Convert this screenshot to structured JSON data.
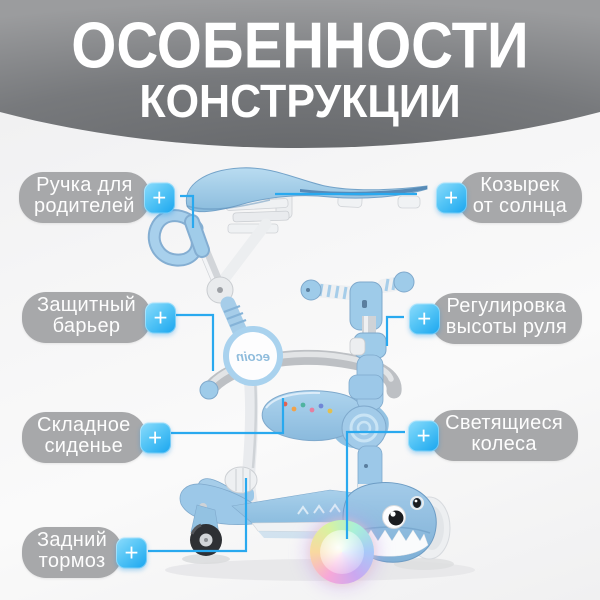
{
  "header": {
    "title_line1": "ОСОБЕННОСТИ",
    "title_line2": "КОНСТРУКЦИИ"
  },
  "ui": {
    "plus_label": "+"
  },
  "callouts": {
    "parent_handle": {
      "label": "Ручка для\nродителей"
    },
    "sun_visor": {
      "label": "Козырек\nот солнца"
    },
    "safety_barrier": {
      "label": "Защитный\nбарьер"
    },
    "handlebar_height": {
      "label": "Регулировка\nвысоты руля"
    },
    "folding_seat": {
      "label": "Складное\nсиденье"
    },
    "light_up_wheels": {
      "label": "Светящиеся\nколеса"
    },
    "rear_brake": {
      "label": "Задний\nтормоз"
    }
  },
  "scooter": {
    "logo_text": "ecoin"
  },
  "colors": {
    "accent_blue": "#29a9ef",
    "pill_gray": "#a7a8aa",
    "header_gray": "#76787b",
    "scooter_blue": "#9cc8e8"
  }
}
